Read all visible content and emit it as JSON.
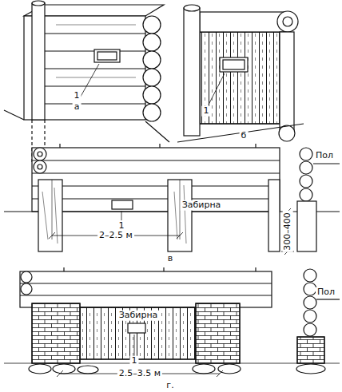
{
  "diagram": {
    "labels": [
      "а",
      "1",
      "б",
      "1",
      "Забирна",
      "1",
      "Пол",
      "2–2.5 м",
      "300–400",
      "в",
      "Забирна",
      "1",
      "Пол",
      "2.5–3.5 м",
      "г."
    ]
  }
}
